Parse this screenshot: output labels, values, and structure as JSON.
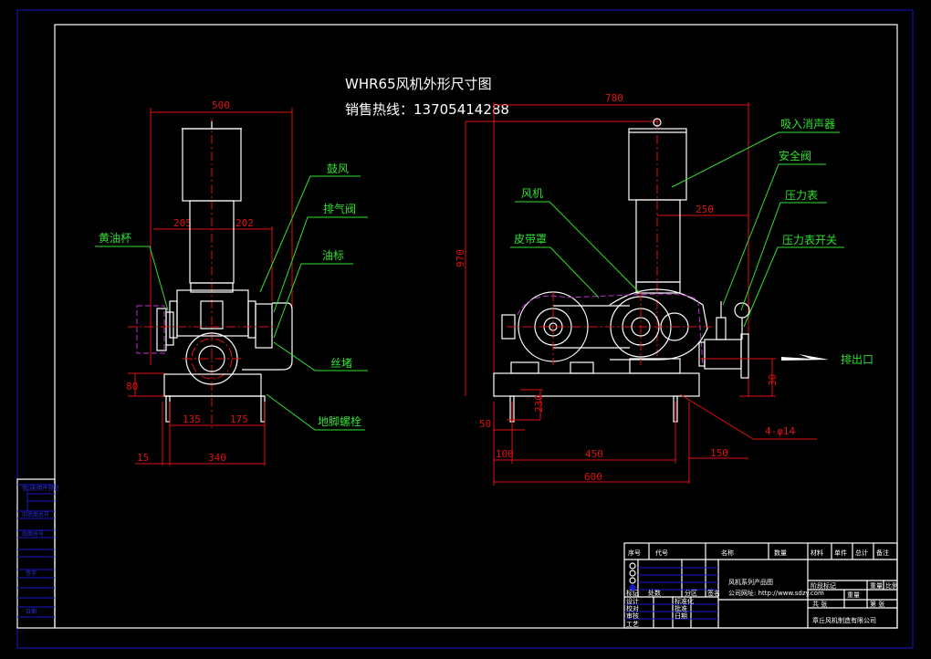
{
  "drawing": {
    "title": "WHR65风机外形尺寸图",
    "hotline": "销售热线：13705414288"
  },
  "colors": {
    "background": "#000000",
    "outline": "#ffffff",
    "dimension": "#e01010",
    "leader": "#30e030",
    "frame": "#1818c8",
    "hidden": "#c030d0"
  },
  "front_view": {
    "dimensions": {
      "overall_width": "500",
      "left_offset": "205",
      "right_offset": "202",
      "base_height": "80",
      "bolt_left": "135",
      "bolt_right": "175",
      "base_width": "340",
      "edge": "15"
    },
    "labels": {
      "oil_cup": "黄油杯",
      "blower": "鼓风",
      "exhaust_valve": "排气阀",
      "oil_gauge": "油标",
      "plug": "丝堵",
      "anchor_bolt": "地脚螺栓"
    }
  },
  "side_view": {
    "dimensions": {
      "overall_length": "780",
      "height": "970",
      "silencer_offset": "250",
      "outlet_height": "30",
      "base_foot": "230",
      "foot_offset": "50",
      "edge_left": "100",
      "bolt_span": "450",
      "edge_right": "150",
      "base_length": "600",
      "holes": "4-φ14"
    },
    "labels": {
      "inlet_silencer": "吸入消声器",
      "safety_valve": "安全阀",
      "pressure_gauge": "压力表",
      "gauge_switch": "压力表开关",
      "blower": "风机",
      "belt_guard": "皮带罩",
      "outlet": "排出口"
    }
  },
  "title_block": {
    "headers": [
      "序号",
      "代号",
      "名称",
      "数量",
      "材料",
      "单件",
      "总计",
      "备注"
    ],
    "weight_label": "重量",
    "product_line": "风机系列产品图",
    "website": "公司网址: http://www.sdzy.com",
    "company": "章丘风机制造有限公司",
    "left_rows": [
      "设计",
      "校对",
      "审核",
      "工艺",
      "标准化",
      "批准",
      "日期"
    ],
    "mid_rows": [
      "标记",
      "处数",
      "分区",
      "签名"
    ],
    "right_cells": [
      "阶段标记",
      "重量",
      "比例",
      "共 张",
      "第 张"
    ]
  },
  "side_strip": {
    "labels": [
      "借(通)用件登记",
      "旧底图总号",
      "底图总号",
      "签字",
      "日期"
    ]
  }
}
